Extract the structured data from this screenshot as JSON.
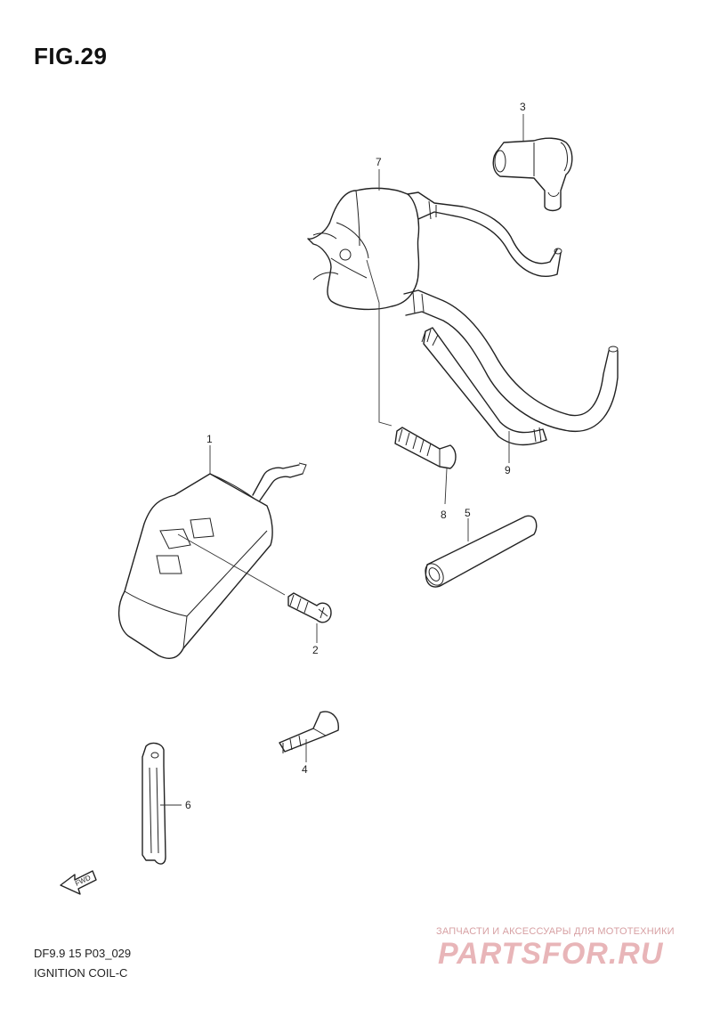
{
  "header": {
    "title": "FIG.29"
  },
  "callouts": [
    {
      "id": "1",
      "label": "1"
    },
    {
      "id": "2",
      "label": "2"
    },
    {
      "id": "3",
      "label": "3"
    },
    {
      "id": "4",
      "label": "4"
    },
    {
      "id": "5",
      "label": "5"
    },
    {
      "id": "6",
      "label": "6"
    },
    {
      "id": "7",
      "label": "7"
    },
    {
      "id": "8",
      "label": "8"
    },
    {
      "id": "9",
      "label": "9"
    }
  ],
  "fwd_label": "FWD",
  "footer": {
    "code": "DF9.9 15 P03_029",
    "name": "IGNITION COIL-C"
  },
  "watermark": {
    "tagline": "ЗАПЧАСТИ И АКСЕССУАРЫ ДЛЯ МОТОТЕХНИКИ",
    "brand": "PARTSFOR.RU"
  }
}
